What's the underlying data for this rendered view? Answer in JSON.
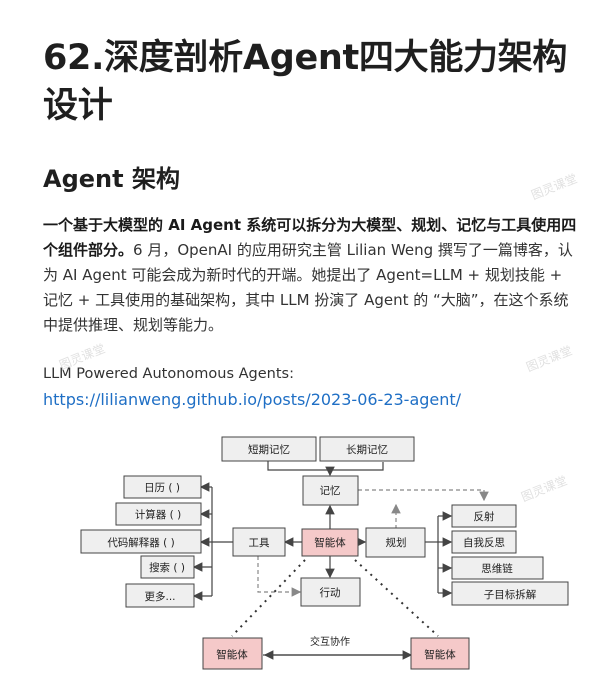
{
  "article": {
    "title": "62.深度剖析Agent四大能力架构设计",
    "section_heading": "Agent 架构",
    "intro_bold": "一个基于大模型的 AI Agent 系统可以拆分为大模型、规划、记忆与工具使用四个组件部分。",
    "intro_rest": "6 月，OpenAI 的应用研究主管 Lilian Weng 撰写了一篇博客，认为 AI Agent 可能会成为新时代的开端。她提出了 Agent=LLM + 规划技能 + 记忆 + 工具使用的基础架构，其中 LLM 扮演了 Agent 的 “大脑”，在这个系统中提供推理、规划等能力。",
    "ref_label": "LLM Powered Autonomous Agents:",
    "ref_url": "https://lilianweng.github.io/posts/2023-06-23-agent/"
  },
  "watermark": "图灵课堂",
  "diagram": {
    "short_memory": "短期记忆",
    "long_memory": "长期记忆",
    "memory": "记忆",
    "agent_center": "智能体",
    "tools": "工具",
    "planning": "规划",
    "action": "行动",
    "tool_items": [
      "日历 ( )",
      "计算器 ( )",
      "代码解释器 ( )",
      "搜索 ( )",
      "更多..."
    ],
    "plan_items": [
      "反射",
      "自我反思",
      "思维链",
      "子目标拆解"
    ],
    "agent_left": "智能体",
    "agent_right": "智能体",
    "collab": "交互协作"
  },
  "colors": {
    "link": "#1f6fc5",
    "agent_fill": "#f5c9c9",
    "box_fill": "#efefef"
  }
}
